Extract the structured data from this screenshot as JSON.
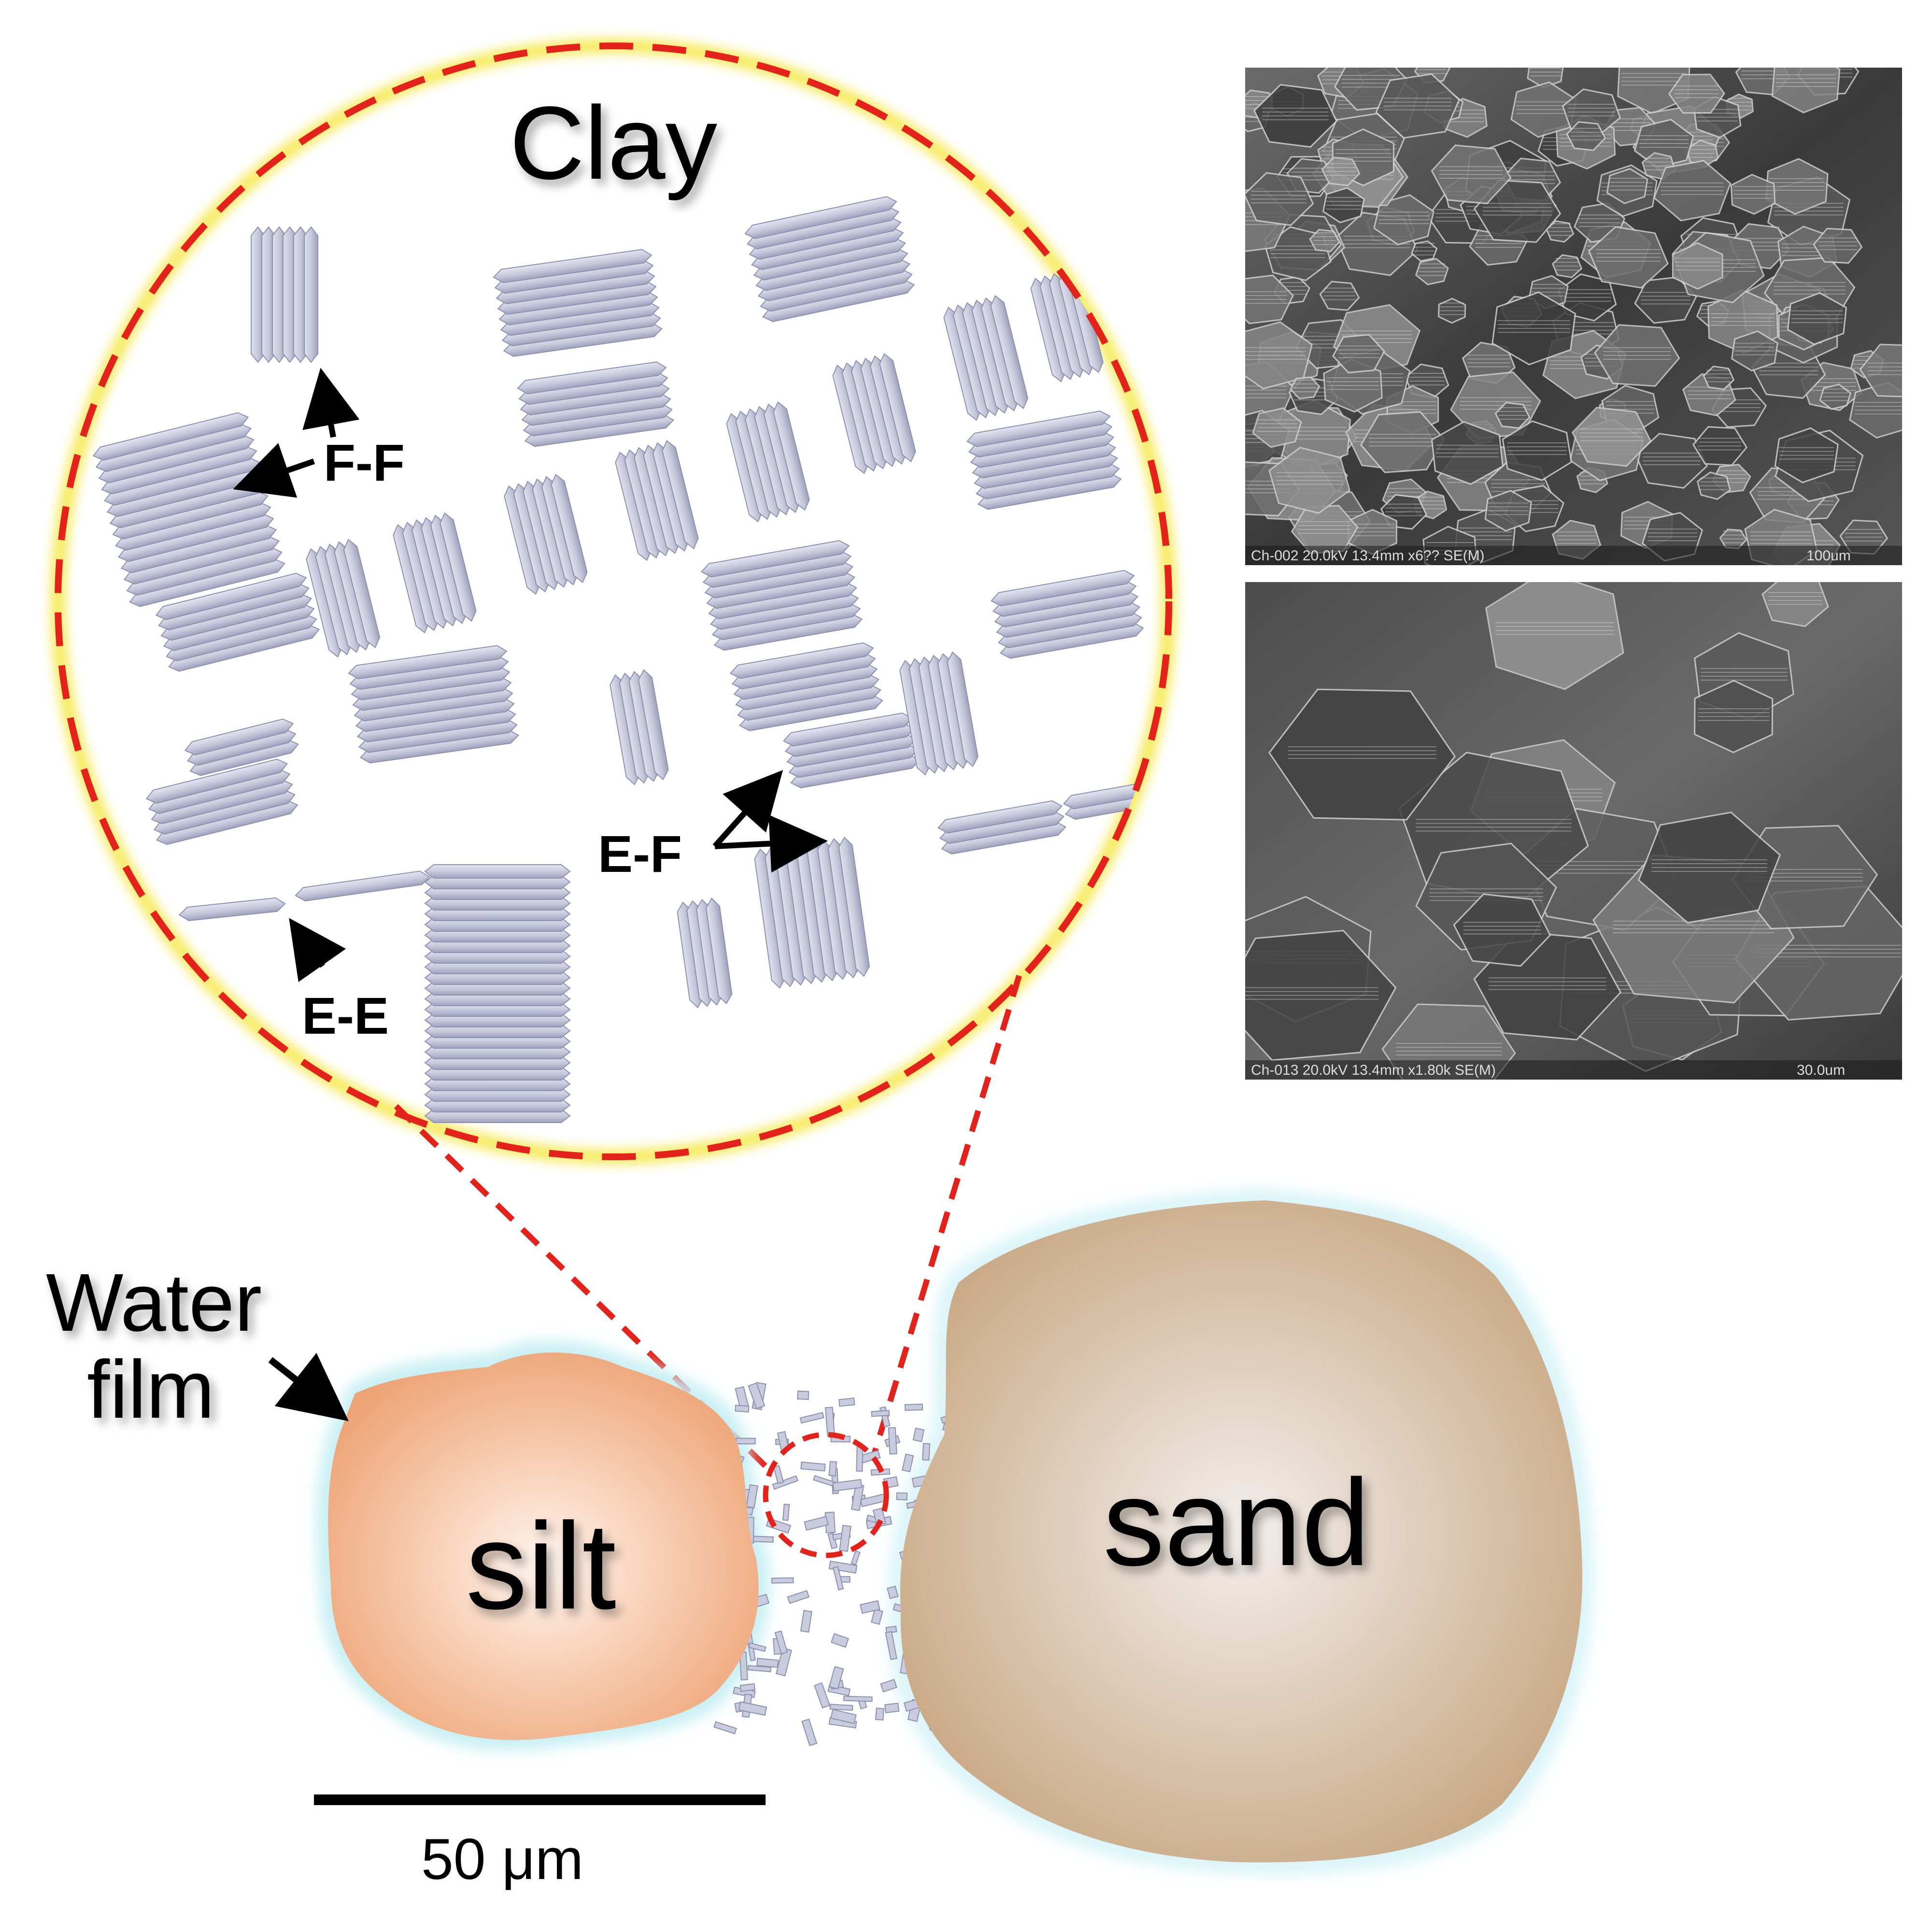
{
  "figure": {
    "inset_title": "Clay",
    "contacts": {
      "ff": "F-F",
      "ef": "E-F",
      "ee": "E-E"
    },
    "grains": {
      "silt": "silt",
      "sand": "sand"
    },
    "water_film": {
      "line1": "Water",
      "line2": "film"
    },
    "scale_bar": {
      "label": "50 μm",
      "length_um": 50
    },
    "sem_images": [
      {
        "caption_left": "Ch-002 20.0kV 13.4mm x6?? SE(M)",
        "caption_right": "100um"
      },
      {
        "caption_left": "Ch-013 20.0kV 13.4mm x1.80k SE(M)",
        "caption_right": "30.0um"
      }
    ]
  },
  "colors": {
    "zoom_outline": "#e3231b",
    "zoom_glow": "#f3e21b",
    "clay_platelet": "#c9cbdf",
    "silt_grain": "#f0aa7c",
    "sand_grain": "#cba883",
    "water_film": "#c4eef3"
  },
  "icons": {
    "contact_arrows": "arrow-icon"
  }
}
